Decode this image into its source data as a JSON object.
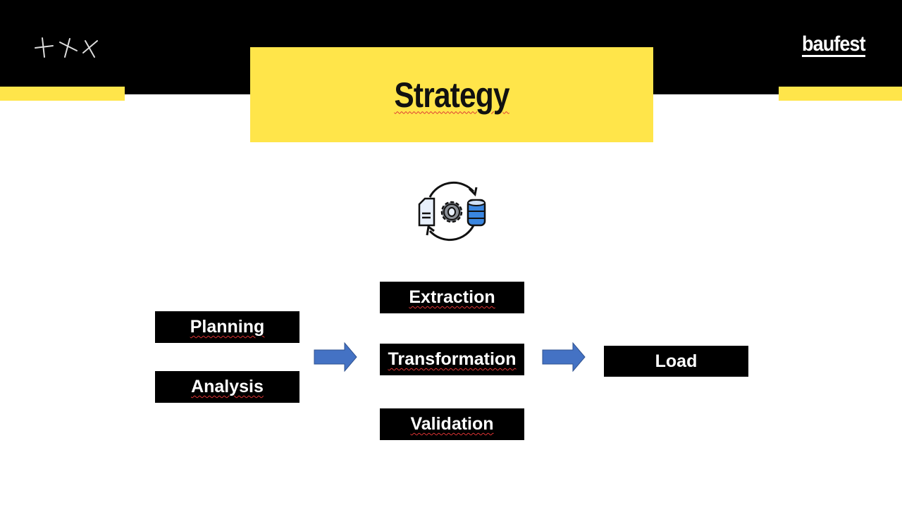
{
  "slide": {
    "title": "Strategy",
    "logo_text": "baufest",
    "decoration": "+××",
    "steps_left": [
      "Planning",
      "Analysis"
    ],
    "steps_middle": [
      "Extraction",
      "Transformation",
      "Validation"
    ],
    "steps_right": [
      "Load"
    ],
    "colors": {
      "accent": "#ffe54a",
      "header": "#000000",
      "arrow": "#4472c4"
    },
    "icons": [
      "etl-cycle-icon",
      "arrow-right-icon"
    ]
  }
}
